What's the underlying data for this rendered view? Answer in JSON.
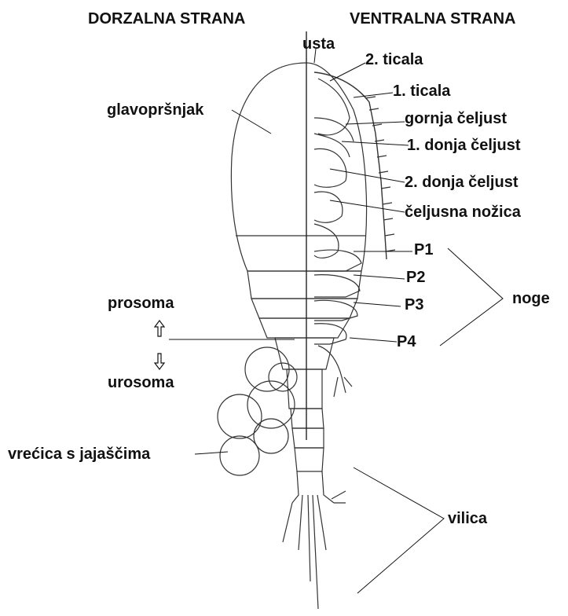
{
  "headers": {
    "dorsal": "DORZALNA STRANA",
    "ventral": "VENTRALNA STRANA"
  },
  "labels": {
    "usta": "usta",
    "ticala2": "2. ticala",
    "ticala1": "1. ticala",
    "gornja_celjust": "gornja čeljust",
    "donja_celjust1": "1. donja čeljust",
    "donja_celjust2": "2. donja čeljust",
    "celjusna_nozica": "čeljusna nožica",
    "p1": "P1",
    "p2": "P2",
    "p3": "P3",
    "p4": "P4",
    "noge": "noge",
    "glavoprsnjak": "glavopršnjak",
    "prosoma": "prosoma",
    "urosoma": "urosoma",
    "vrecica": "vrećica s jajaščima",
    "vilica": "vilica"
  },
  "colors": {
    "ink": "#111111",
    "line": "#333333",
    "background": "#ffffff"
  }
}
